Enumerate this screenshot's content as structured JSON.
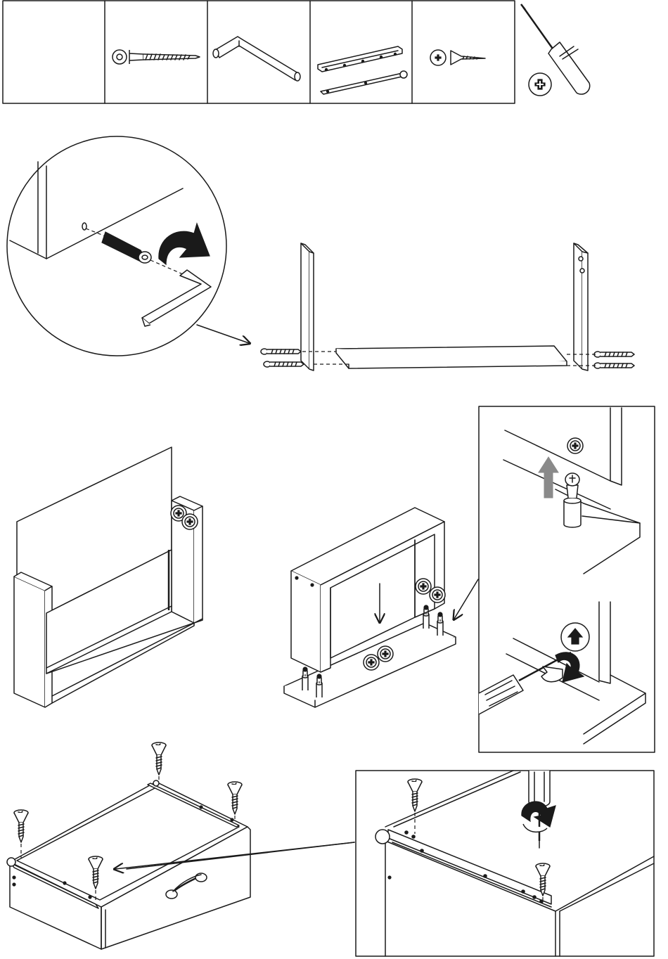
{
  "colors": {
    "ink": "#1a1a1a",
    "paper": "#ffffff",
    "arrow_gray": "#8a8a8a"
  },
  "parts_strip": {
    "cells": [
      {
        "name": "empty-cell",
        "icon": "none"
      },
      {
        "name": "bolt-with-cam-washer",
        "icon": "bolt-icon"
      },
      {
        "name": "allen-key",
        "icon": "allen-key-icon"
      },
      {
        "name": "drawer-runner-pair",
        "icon": "drawer-runner-icon"
      },
      {
        "name": "phillips-screw",
        "icon": "screw-icon"
      }
    ],
    "tool": "phillips-screwdriver-icon"
  },
  "steps": [
    {
      "step": "attach-sides-to-bottom-panel",
      "tools": [
        "allen-key-icon",
        "bolt-icon"
      ]
    },
    {
      "step": "slide-in-back-panel",
      "tools": []
    },
    {
      "step": "fit-cam-locks-to-base",
      "tools": [
        "cam-lock-icon",
        "dowel-icon"
      ]
    },
    {
      "step": "screw-runners-to-drawer",
      "tools": [
        "phillips-screwdriver-icon",
        "screw-icon"
      ]
    }
  ]
}
